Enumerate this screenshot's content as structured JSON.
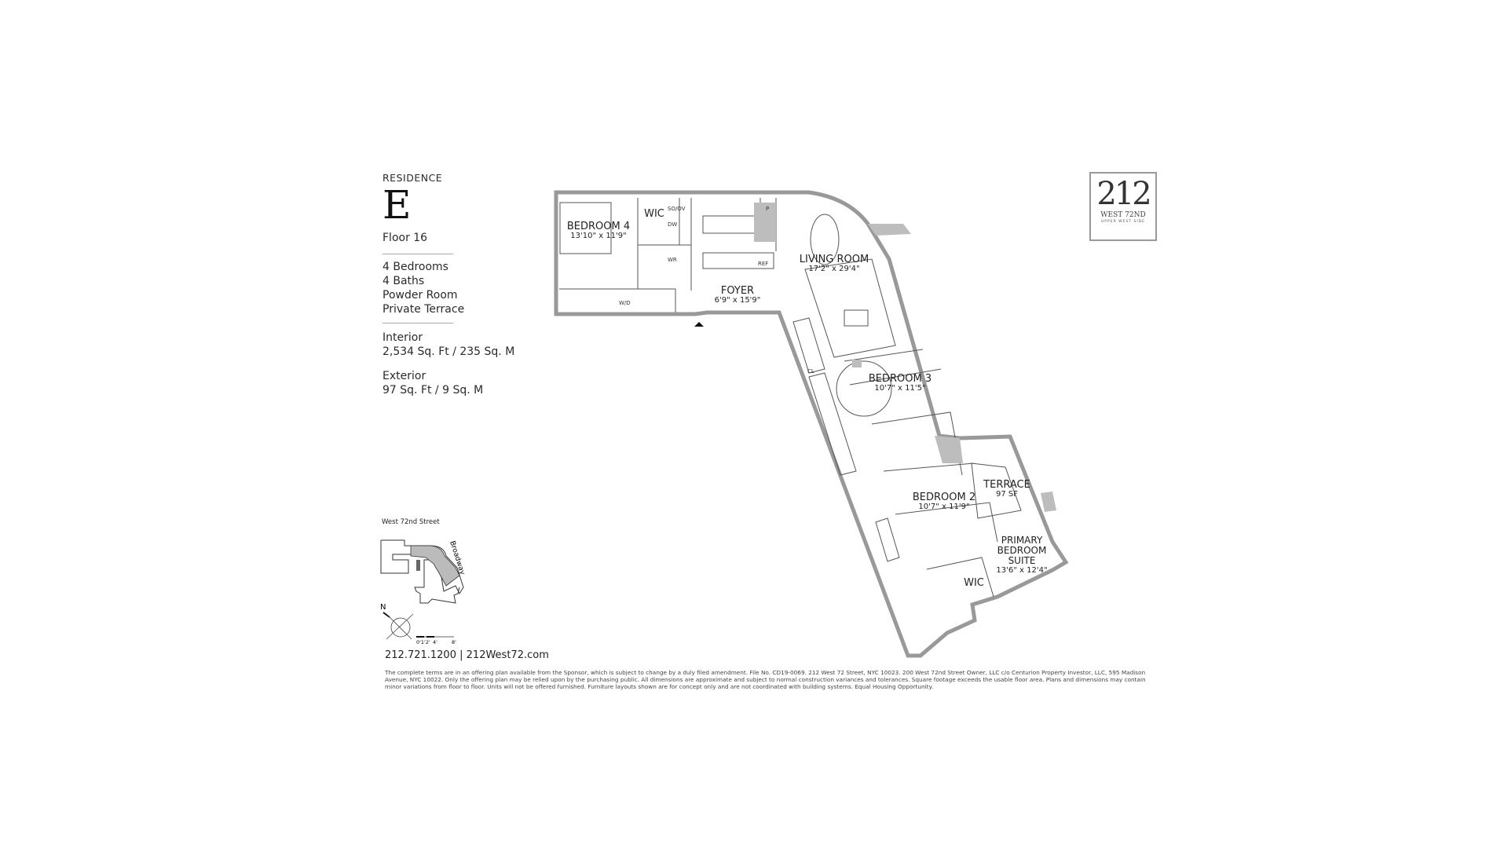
{
  "sidebar": {
    "residence_label": "RESIDENCE",
    "residence_letter": "E",
    "floor": "Floor 16",
    "features": [
      "4 Bedrooms",
      "4 Baths",
      "Powder Room",
      "Private Terrace"
    ],
    "interior_label": "Interior",
    "interior_value": "2,534 Sq. Ft / 235 Sq. M",
    "exterior_label": "Exterior",
    "exterior_value": "97 Sq. Ft / 9 Sq. M"
  },
  "keyplan": {
    "street_label": "West 72nd Street",
    "avenue_label": "Broadway",
    "north_label": "N",
    "scale_labels": [
      "0'1'2'",
      "4'",
      "8'"
    ]
  },
  "contact": {
    "phone": "212.721.1200",
    "separator": "|",
    "website": "212West72.com"
  },
  "disclaimer": "The complete terms are in an offering plan available from the Sponsor, which is subject to change by a duly filed amendment. File No. CD19-0069. 212 West 72 Street, NYC 10023. 200 West 72nd Street Owner, LLC c/o Centurion Property Investor, LLC, 595 Madison Avenue, NYC 10022. Only the offering plan may be relied upon by the purchasing public. All dimensions are approximate and subject to normal construction variances and tolerances. Square footage exceeds the usable floor area. Plans and dimensions may contain minor variations from floor to floor. Units will not be offered furnished. Furniture layouts shown are for concept only and are not coordinated with building systems. Equal Housing Opportunity.",
  "logo": {
    "number": "212",
    "street": "WEST 72ND",
    "tagline": "UPPER WEST SIDE"
  },
  "rooms": [
    {
      "name": "BEDROOM 4",
      "dim": "13'10\" x 11'9\""
    },
    {
      "name": "WIC",
      "dim": ""
    },
    {
      "name": "LIVING ROOM",
      "dim": "17'2\" x 29'4\""
    },
    {
      "name": "FOYER",
      "dim": "6'9\" x 15'9\""
    },
    {
      "name": "BEDROOM 3",
      "dim": "10'7\" x 11'5\""
    },
    {
      "name": "TERRACE",
      "dim": "97 SF"
    },
    {
      "name": "BEDROOM 2",
      "dim": "10'7\" x 11'9\""
    },
    {
      "name": "PRIMARY BEDROOM SUITE",
      "dim": "13'6\" x 12'4\""
    },
    {
      "name": "WIC",
      "dim": ""
    }
  ],
  "fixture_labels": {
    "so_ov": "SO/OV",
    "dw": "DW",
    "wr": "WR",
    "ref": "REF",
    "p": "P",
    "wd": "W/D",
    "cl": "CL"
  },
  "colors": {
    "wall": "#bdbdbd",
    "line": "#555555",
    "text": "#222222"
  }
}
